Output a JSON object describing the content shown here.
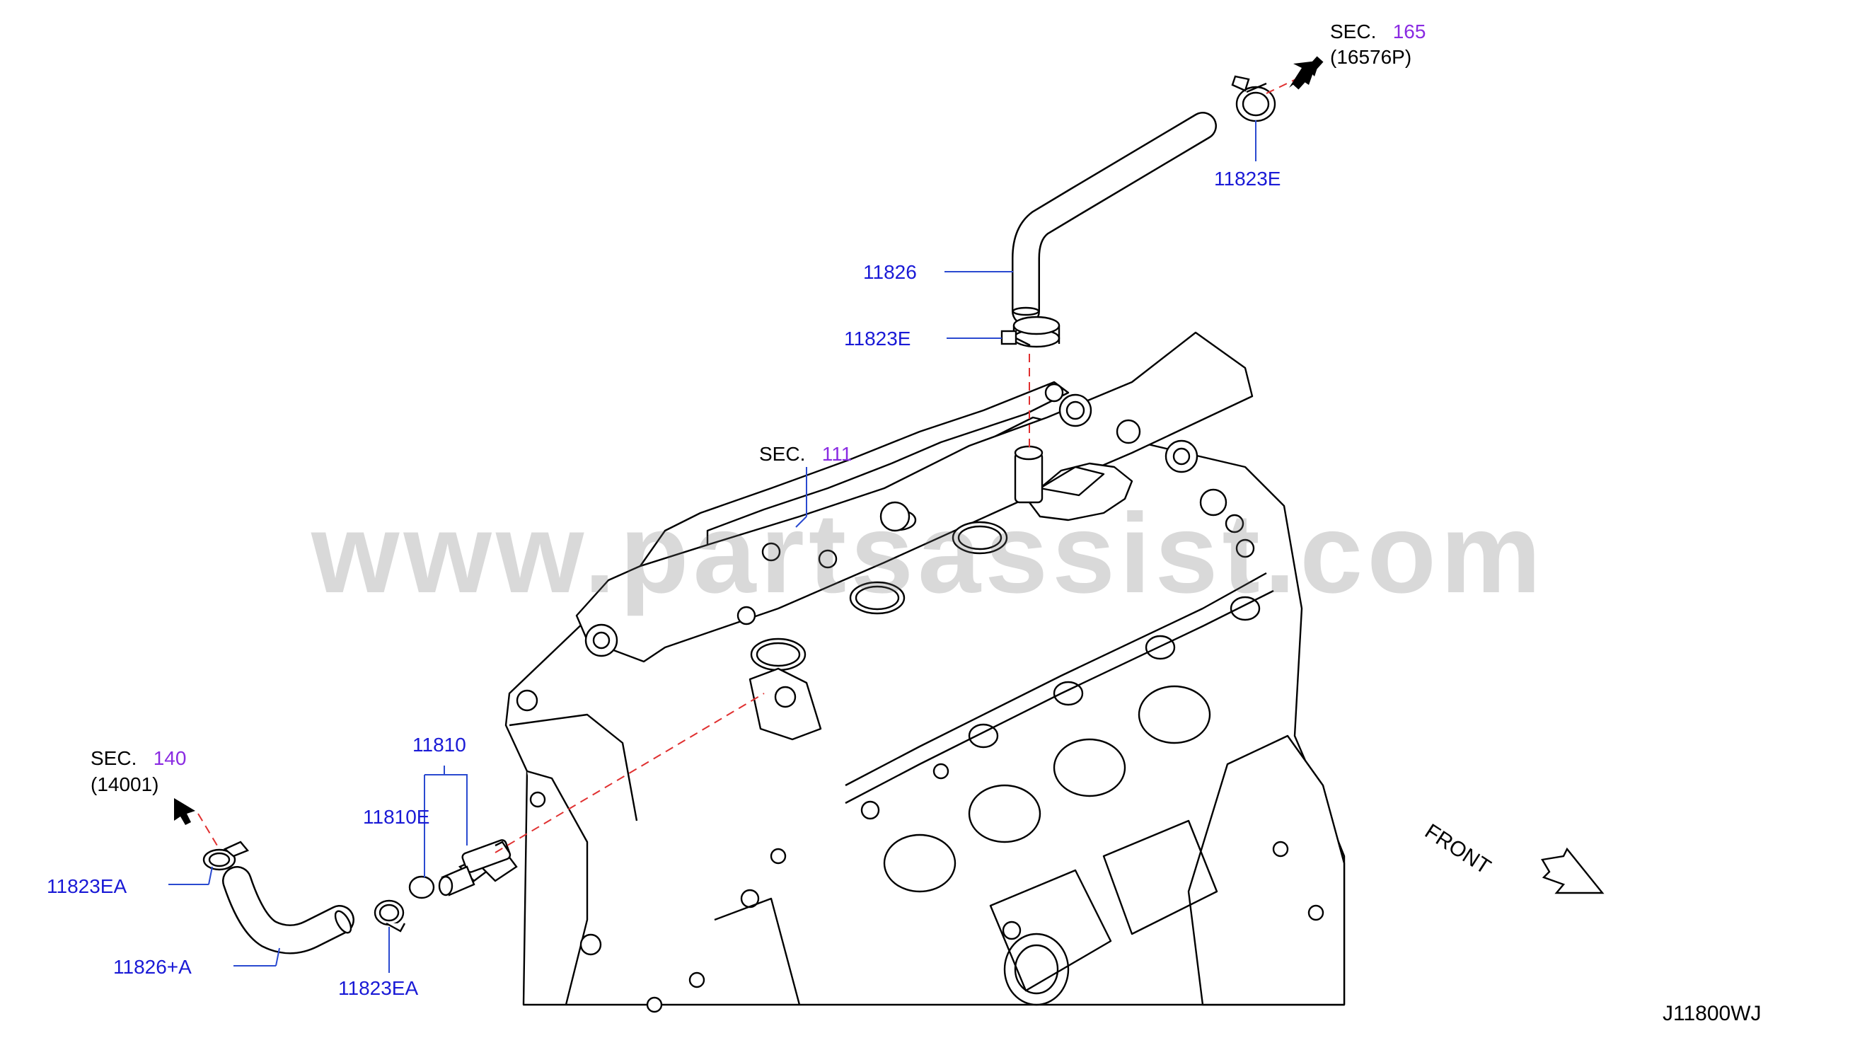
{
  "diagram_code": "J11800WJ",
  "watermark": "www.partsassist.com",
  "front_label": "FRONT",
  "sections": {
    "sec_165": {
      "word": "SEC.",
      "number": "165",
      "ref": "(16576P)"
    },
    "sec_111": {
      "word": "SEC.",
      "number": "111"
    },
    "sec_140": {
      "word": "SEC.",
      "number": "140",
      "ref": "(14001)"
    }
  },
  "parts": {
    "top_clamp": "11823E",
    "hose_upper": "11826",
    "lower_clamp_upper_hose": "11823E",
    "pcv_valve": "11810",
    "o_ring": "11810E",
    "clamp_left": "11823EA",
    "hose_lower": "11826+A",
    "clamp_lower": "11823EA"
  },
  "colors": {
    "part_label": "#1a1ad6",
    "section_number": "#8a2be2",
    "guide_line": "#e03030",
    "leader_line": "#2a4ad0"
  }
}
